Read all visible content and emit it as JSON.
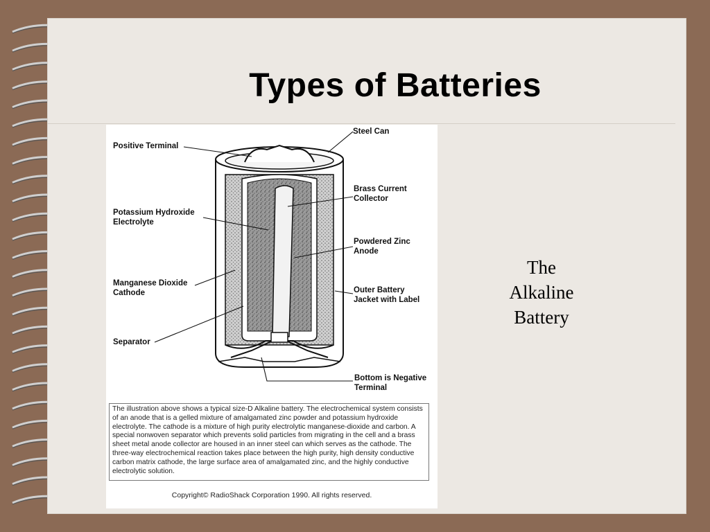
{
  "slide": {
    "title": "Types of Batteries",
    "caption_lines": [
      "The",
      "Alkaline",
      "Battery"
    ]
  },
  "diagram": {
    "labels": {
      "positive_terminal": "Positive Terminal",
      "steel_can": "Steel Can",
      "brass_current_collector_1": "Brass Current",
      "brass_current_collector_2": "Collector",
      "potassium_hydroxide_1": "Potassium Hydroxide",
      "potassium_hydroxide_2": "Electrolyte",
      "powdered_zinc_1": "Powdered Zinc",
      "powdered_zinc_2": "Anode",
      "manganese_dioxide_1": "Manganese Dioxide",
      "manganese_dioxide_2": "Cathode",
      "outer_jacket_1": "Outer Battery",
      "outer_jacket_2": "Jacket with Label",
      "separator": "Separator",
      "bottom_negative_1": "Bottom is Negative",
      "bottom_negative_2": "Terminal"
    },
    "description": "The illustration above shows a typical size-D Alkaline battery. The electrochemical system consists of an anode that is a gelled mixture of amalgamated zinc powder and potassium hydroxide electrolyte. The cathode is a mixture of high purity electrolytic manganese-dioxide and carbon. A special nonwoven separator which prevents solid particles from migrating in the cell and a brass sheet metal anode collector are housed in an inner steel can which serves as the cathode. The three-way electrochemical reaction takes place between the high purity, high density conductive carbon matrix cathode, the large surface area of amalgamated zinc, and the highly conductive electrolytic solution.",
    "copyright": "Copyright© RadioShack Corporation 1990. All rights reserved."
  },
  "colors": {
    "background": "#8b6a55",
    "page": "#ece8e3",
    "ink": "#000000"
  }
}
